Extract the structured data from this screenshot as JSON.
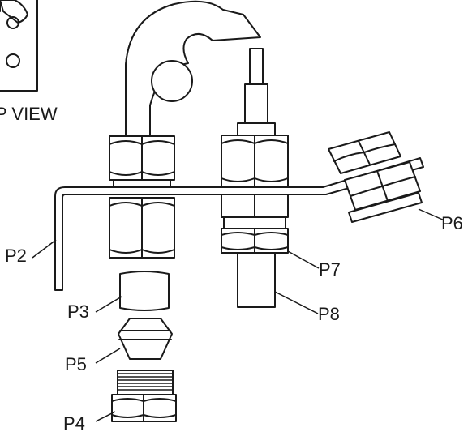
{
  "caption": "P VIEW",
  "parts": [
    {
      "id": "p2",
      "label": "P2"
    },
    {
      "id": "p3",
      "label": "P3"
    },
    {
      "id": "p4",
      "label": "P4"
    },
    {
      "id": "p5",
      "label": "P5"
    },
    {
      "id": "p6",
      "label": "P6"
    },
    {
      "id": "p7",
      "label": "P7"
    },
    {
      "id": "p8",
      "label": "P8"
    }
  ]
}
